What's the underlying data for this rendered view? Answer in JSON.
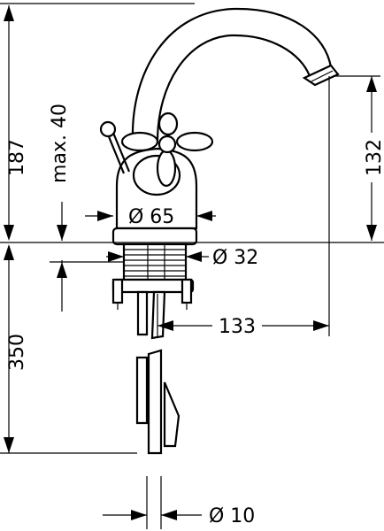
{
  "dimensions": {
    "height_total": "187",
    "height_max": "max. 40",
    "height_spout": "132",
    "diameter_base": "Ø 65",
    "diameter_thread": "Ø 32",
    "reach": "133",
    "depth": "350",
    "diameter_pipe": "Ø 10"
  }
}
